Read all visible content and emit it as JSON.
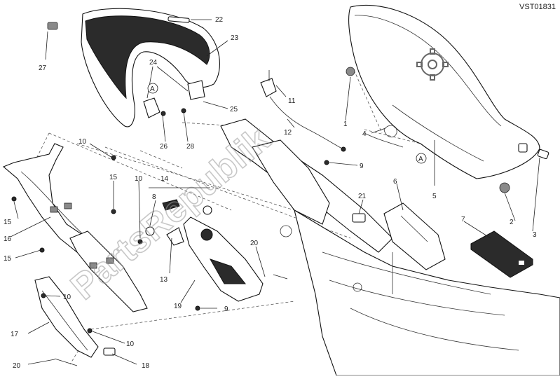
{
  "diagram_code": "VST01831",
  "watermark": "PartsRepublik",
  "callouts": {
    "c1": "1",
    "c2": "2",
    "c3": "3",
    "c4": "4",
    "c5": "5",
    "c6": "6",
    "c7": "7",
    "c8": "8",
    "c9a": "9",
    "c9b": "9",
    "c10a": "10",
    "c10b": "10",
    "c10c": "10",
    "c10d": "10",
    "c11": "11",
    "c12": "12",
    "c13": "13",
    "c14": "14",
    "c15a": "15",
    "c15b": "15",
    "c15c": "15",
    "c16": "16",
    "c17": "17",
    "c18": "18",
    "c19": "19",
    "c20a": "20",
    "c20b": "20",
    "c21": "21",
    "c22": "22",
    "c23": "23",
    "c24": "24",
    "c25": "25",
    "c26": "26",
    "c27": "27",
    "c28": "28"
  },
  "markers": {
    "a1": "A",
    "a2": "A"
  }
}
